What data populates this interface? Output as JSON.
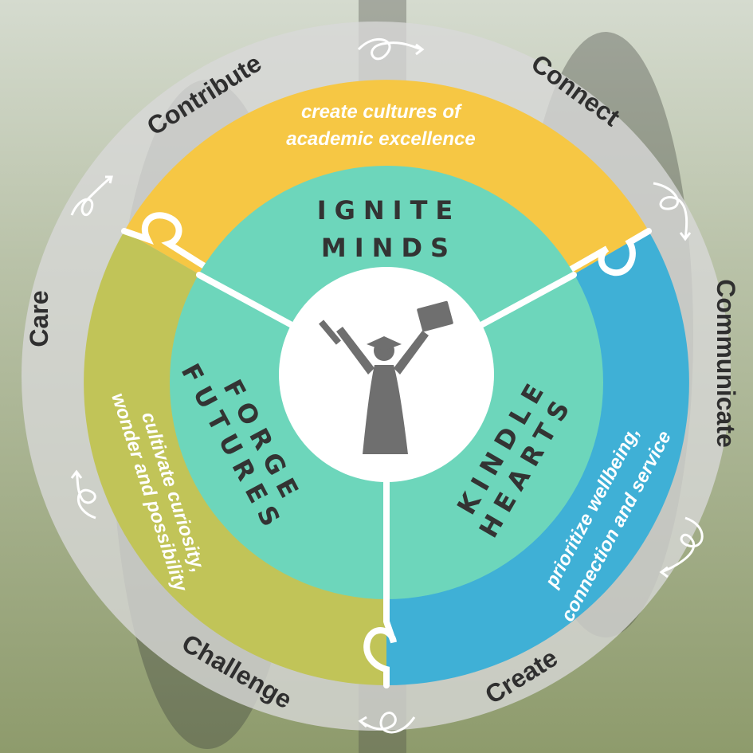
{
  "ring_words": {
    "contribute": "Contribute",
    "connect": "Connect",
    "communicate": "Communicate",
    "create": "Create",
    "challenge": "Challenge",
    "care": "Care"
  },
  "segments": {
    "top_text_line1": "create cultures of",
    "top_text_line2": "academic excellence",
    "left_text_line1": "cultivate curiosity,",
    "left_text_line2": "wonder and possibility",
    "right_text_line1": "prioritize wellbeing,",
    "right_text_line2": "connection and service"
  },
  "pillars": {
    "ignite_line1": "IGNITE",
    "ignite_line2": "MINDS",
    "forge_line1": "FORGE",
    "forge_line2": "FUTURES",
    "kindle_line1": "KINDLE",
    "kindle_line2": "HEARTS"
  },
  "colors": {
    "yellow": "#f6c744",
    "olive": "#c1c458",
    "blue": "#3fb0d6",
    "teal": "#6dd6bb",
    "ring": "#d9d9d9",
    "figure": "#6f6f6f"
  },
  "icons": {
    "center": "graduate-icon",
    "loops": "loop-arrow-icon"
  }
}
